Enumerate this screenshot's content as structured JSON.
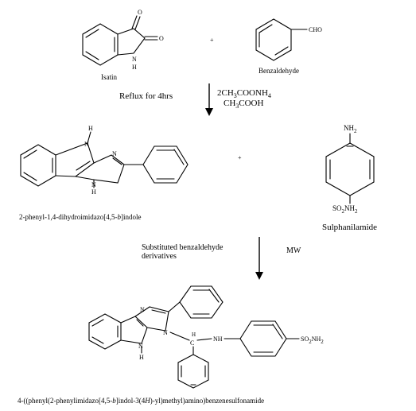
{
  "colors": {
    "ink": "#000000",
    "background": "#ffffff"
  },
  "step1": {
    "isatin": {
      "name": "Isatin",
      "oxo_top": "O",
      "oxo_right": "O",
      "nh_n": "N",
      "nh_h": "H"
    },
    "plus": "+",
    "benzaldehyde": {
      "name": "Benzaldehyde",
      "group": "CHO"
    },
    "arrow": {
      "condition_left": "Reflux for 4hrs",
      "reagent_1": "2CH3COONH4",
      "reagent_2": "CH3COOH"
    }
  },
  "step2": {
    "intermediate": {
      "name": "2-phenyl-1,4-dihydroimidazo[4,5-b]indole",
      "h_top": "H",
      "n_top": "N",
      "n_right": "N",
      "n_bottom": "N",
      "h_bottom": "H"
    },
    "plus": "+",
    "sulphanilamide": {
      "name": "Sulphanilamide",
      "top_group": "NH2",
      "bottom_group": "SO2NH2"
    },
    "arrow": {
      "condition_left_1": "Substituted benzaldehyde",
      "condition_left_2": "derivatives",
      "condition_right": "MW"
    }
  },
  "product": {
    "name": "4-((phenyl(2-phenylimidazo[4,5-b]indol-3(4H)-yl)methyl)amino)benzenesulfonamide",
    "n_upper": "N",
    "n_lower": "N",
    "n_indole": "N",
    "h_indole": "H",
    "h_ch": "H",
    "c_ch": "C",
    "nh": "NH",
    "so2nh2": "SO2NH2"
  }
}
